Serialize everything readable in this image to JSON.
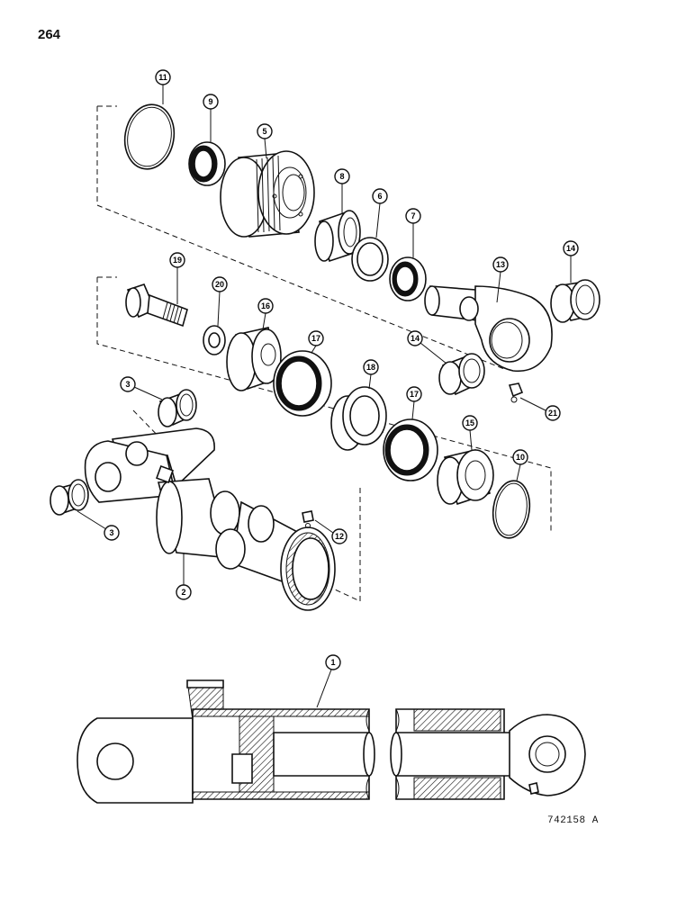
{
  "page_number": "264",
  "figure_code": "742158 A",
  "callouts": [
    {
      "label": "11"
    },
    {
      "label": "9"
    },
    {
      "label": "5"
    },
    {
      "label": "8"
    },
    {
      "label": "6"
    },
    {
      "label": "7"
    },
    {
      "label": "13"
    },
    {
      "label": "14"
    },
    {
      "label": "19"
    },
    {
      "label": "20"
    },
    {
      "label": "16"
    },
    {
      "label": "17"
    },
    {
      "label": "18"
    },
    {
      "label": "14"
    },
    {
      "label": "17"
    },
    {
      "label": "3"
    },
    {
      "label": "21"
    },
    {
      "label": "15"
    },
    {
      "label": "10"
    },
    {
      "label": "3"
    },
    {
      "label": "12"
    },
    {
      "label": "2"
    },
    {
      "label": "1"
    }
  ]
}
